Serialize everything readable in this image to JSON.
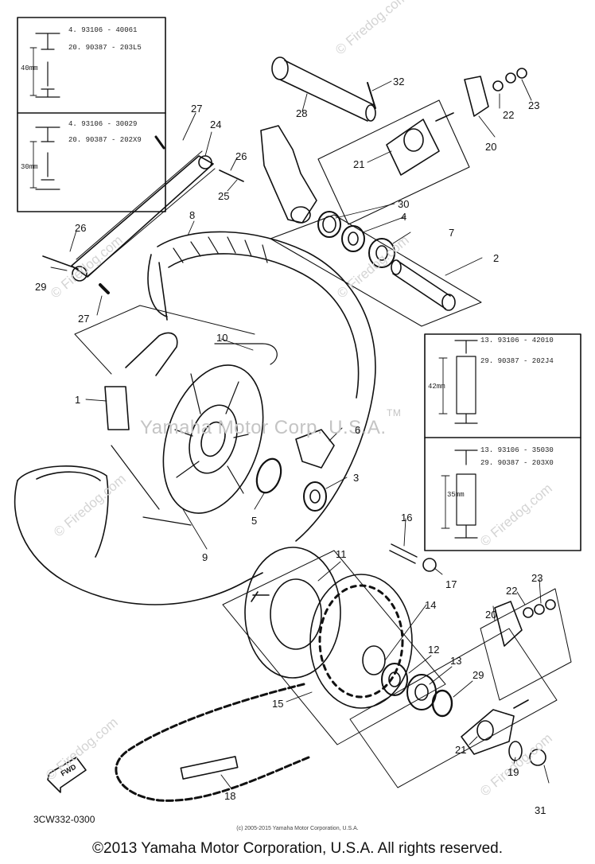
{
  "watermarks": {
    "site": "© Firedog.com",
    "center": "Yamaha Motor Corp. U.S.A.",
    "tm": "TM"
  },
  "callouts": [
    "1",
    "2",
    "3",
    "4",
    "5",
    "6",
    "7",
    "8",
    "9",
    "10",
    "11",
    "12",
    "13",
    "14",
    "15",
    "16",
    "17",
    "18",
    "19",
    "20",
    "20",
    "21",
    "21",
    "22",
    "22",
    "23",
    "23",
    "24",
    "25",
    "26",
    "26",
    "27",
    "27",
    "28",
    "29",
    "29",
    "30",
    "31",
    "32"
  ],
  "insets": {
    "top_left": {
      "row1_part": "4. 93106 - 40061",
      "row1_ref": "20. 90387 - 203L5",
      "row1_dim": "40mm",
      "row2_part": "4. 93106 - 30029",
      "row2_ref": "20. 90387 - 202X9",
      "row2_dim": "30mm"
    },
    "right": {
      "row1_part": "13. 93106 - 42010",
      "row1_ref": "29. 90387 - 202J4",
      "row1_dim": "42mm",
      "row2_part": "13. 93106 - 35030",
      "row2_ref": "29. 90387 - 203X0",
      "row2_dim": "35mm"
    }
  },
  "fwd_label": "FWD",
  "part_code": "3CW332-0300",
  "small_copyright": "(c) 2005-2015 Yamaha Motor Corporation, U.S.A.",
  "copyright": "©2013 Yamaha Motor Corporation, U.S.A. All rights reserved."
}
